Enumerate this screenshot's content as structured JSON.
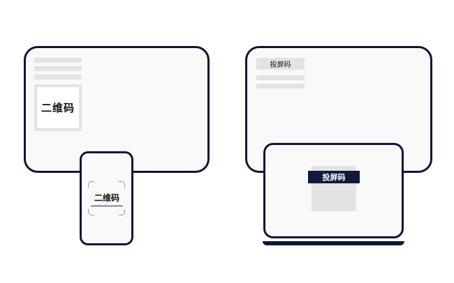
{
  "left_device": {
    "qr_label": "二维码",
    "phone_qr_label": "二维码"
  },
  "right_device": {
    "cast_code_label": "投屏码",
    "laptop_cast_code_label": "投屏码"
  },
  "colors": {
    "frame": "#0d1736",
    "screen_bg": "#f9f9fa",
    "placeholder_gray": "#e3e3e3",
    "banner_bg": "#0f1a3e",
    "scan_line": "#1a2866"
  }
}
